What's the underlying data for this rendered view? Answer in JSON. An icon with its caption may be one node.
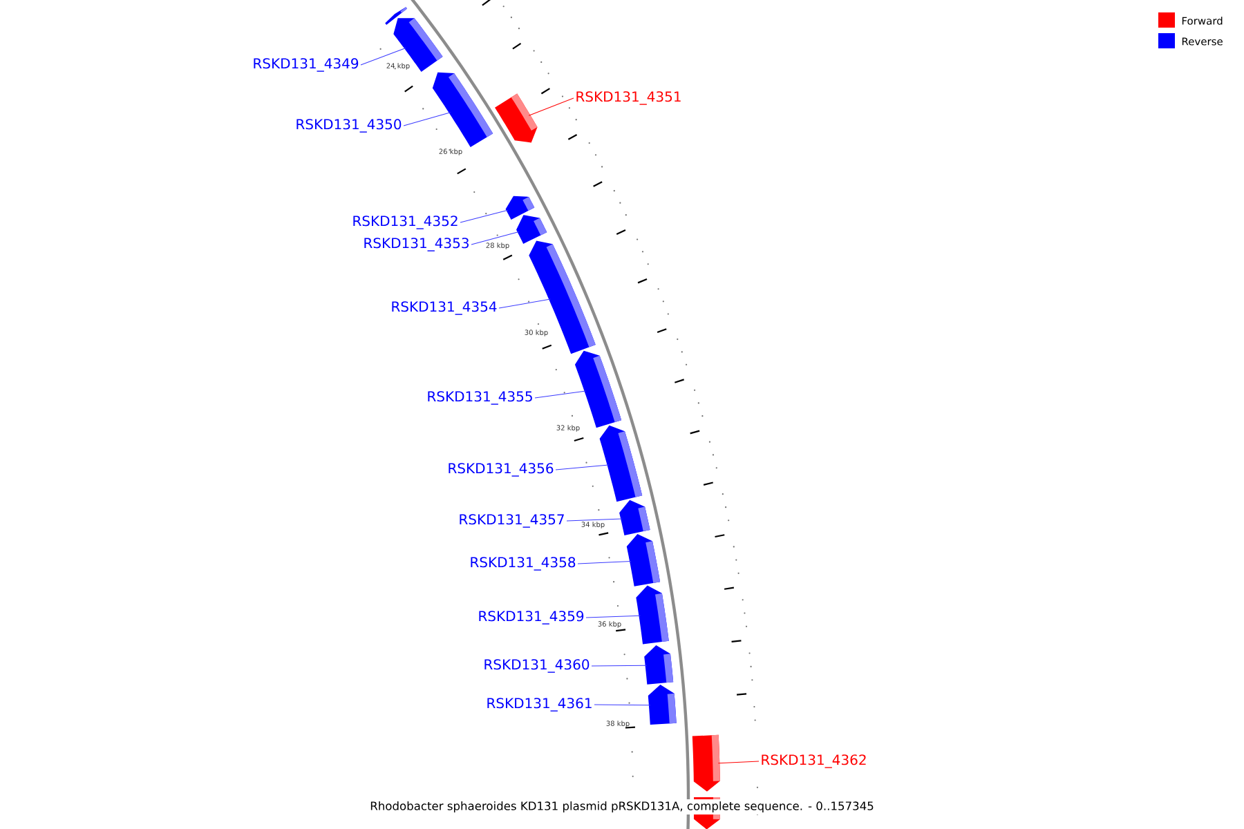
{
  "diagram": {
    "caption": "Rhodobacter sphaeroides KD131 plasmid pRSKD131A, complete sequence. - 0..157345",
    "nodes": [
      {
        "text": [],
        "shape": "bar"
      },
      {
        "text": [
          "RSKD131_4349"
        ]
      },
      {
        "text": [],
        "shape": "bar"
      },
      {
        "text": [
          "RSKD131_4350"
        ]
      },
      {
        "text": [],
        "shape": "bar"
      },
      {
        "text": [
          "RSKD131_4351"
        ]
      },
      {
        "text": [],
        "shape": "bar"
      },
      {
        "text": [
          "RSKD131_4352"
        ]
      },
      {
        "text": [],
        "shape": "bar"
      },
      {
        "text": [
          "RSKD131_4353"
        ]
      },
      {
        "text": [],
        "shape": "bar"
      },
      {
        "text": [
          "RSKD131_4354"
        ]
      },
      {
        "text": [],
        "shape": "bar"
      },
      {
        "text": [
          "RSKD131_4355"
        ]
      },
      {
        "text": [],
        "shape": "bar"
      },
      {
        "text": [
          "RSKD131_4356"
        ]
      },
      {
        "text": [],
        "shape": "bar"
      },
      {
        "text": [
          "RSKD131_4357"
        ]
      },
      {
        "text": [],
        "shape": "bar"
      },
      {
        "text": [
          "RSKD131_4358"
        ]
      },
      {
        "text": [],
        "shape": "bar"
      },
      {
        "text": [
          "RSKD131_4359"
        ]
      },
      {
        "text": [],
        "shape": "bar"
      },
      {
        "text": [
          "RSKD131_4360"
        ]
      },
      {
        "text": [],
        "shape": "bar"
      },
      {
        "text": [
          "RSKD131_4361"
        ]
      },
      {
        "text": [],
        "shape": "bar"
      },
      {
        "text": [
          "RSKD131_4362"
        ]
      },
      {
        "text": [],
        "shape": "bar"
      },
      {
        "text": [],
        "shape": "bar"
      }
    ],
    "edges": [
      {
        "from": 1,
        "to": 2,
        "arrow": "none"
      },
      {
        "from": 3,
        "to": 4,
        "arrow": "none"
      },
      {
        "from": 5,
        "to": 6,
        "arrow": "none",
        "color": "#ff0000"
      },
      {
        "from": 7,
        "to": 8,
        "arrow": "none"
      },
      {
        "from": 9,
        "to": 10,
        "arrow": "none"
      },
      {
        "from": 11,
        "to": 12,
        "arrow": "none"
      },
      {
        "from": 13,
        "to": 14,
        "arrow": "none"
      },
      {
        "from": 15,
        "to": 16,
        "arrow": "none"
      },
      {
        "from": 17,
        "to": 18,
        "arrow": "none"
      },
      {
        "from": 19,
        "to": 20,
        "arrow": "none"
      },
      {
        "from": 21,
        "to": 22,
        "arrow": "none"
      },
      {
        "from": 23,
        "to": 24,
        "arrow": "none"
      },
      {
        "from": 25,
        "to": 26,
        "arrow": "none"
      },
      {
        "from": 27,
        "to": 28,
        "arrow": "none",
        "color": "#ff0000"
      }
    ],
    "labels": [
      "24 kbp",
      "26 kbp",
      "28 kbp",
      "30 kbp",
      "32 kbp",
      "34 kbp",
      "36 kbp",
      "38 kbp"
    ],
    "legend": [
      {
        "text": "Forward",
        "color": "#ff0000"
      },
      {
        "text": "Reverse",
        "color": "#0000ff"
      }
    ]
  }
}
